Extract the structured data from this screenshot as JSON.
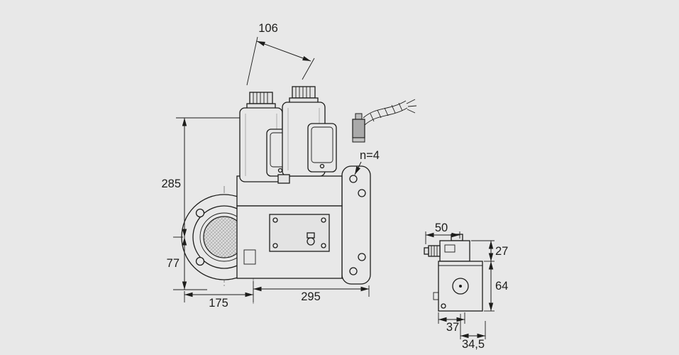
{
  "colors": {
    "background": "#e8e8e8",
    "line": "#1d1d1b"
  },
  "main_view": {
    "top_width": "106",
    "overall_height": "285",
    "lower_height": "77",
    "bottom_left_width": "175",
    "overall_width": "295",
    "holes_note": "n=4"
  },
  "side_view": {
    "top_width": "50",
    "upper_height": "27",
    "body_height": "64",
    "bottom_width": "37",
    "bottom_offset": "34,5"
  }
}
